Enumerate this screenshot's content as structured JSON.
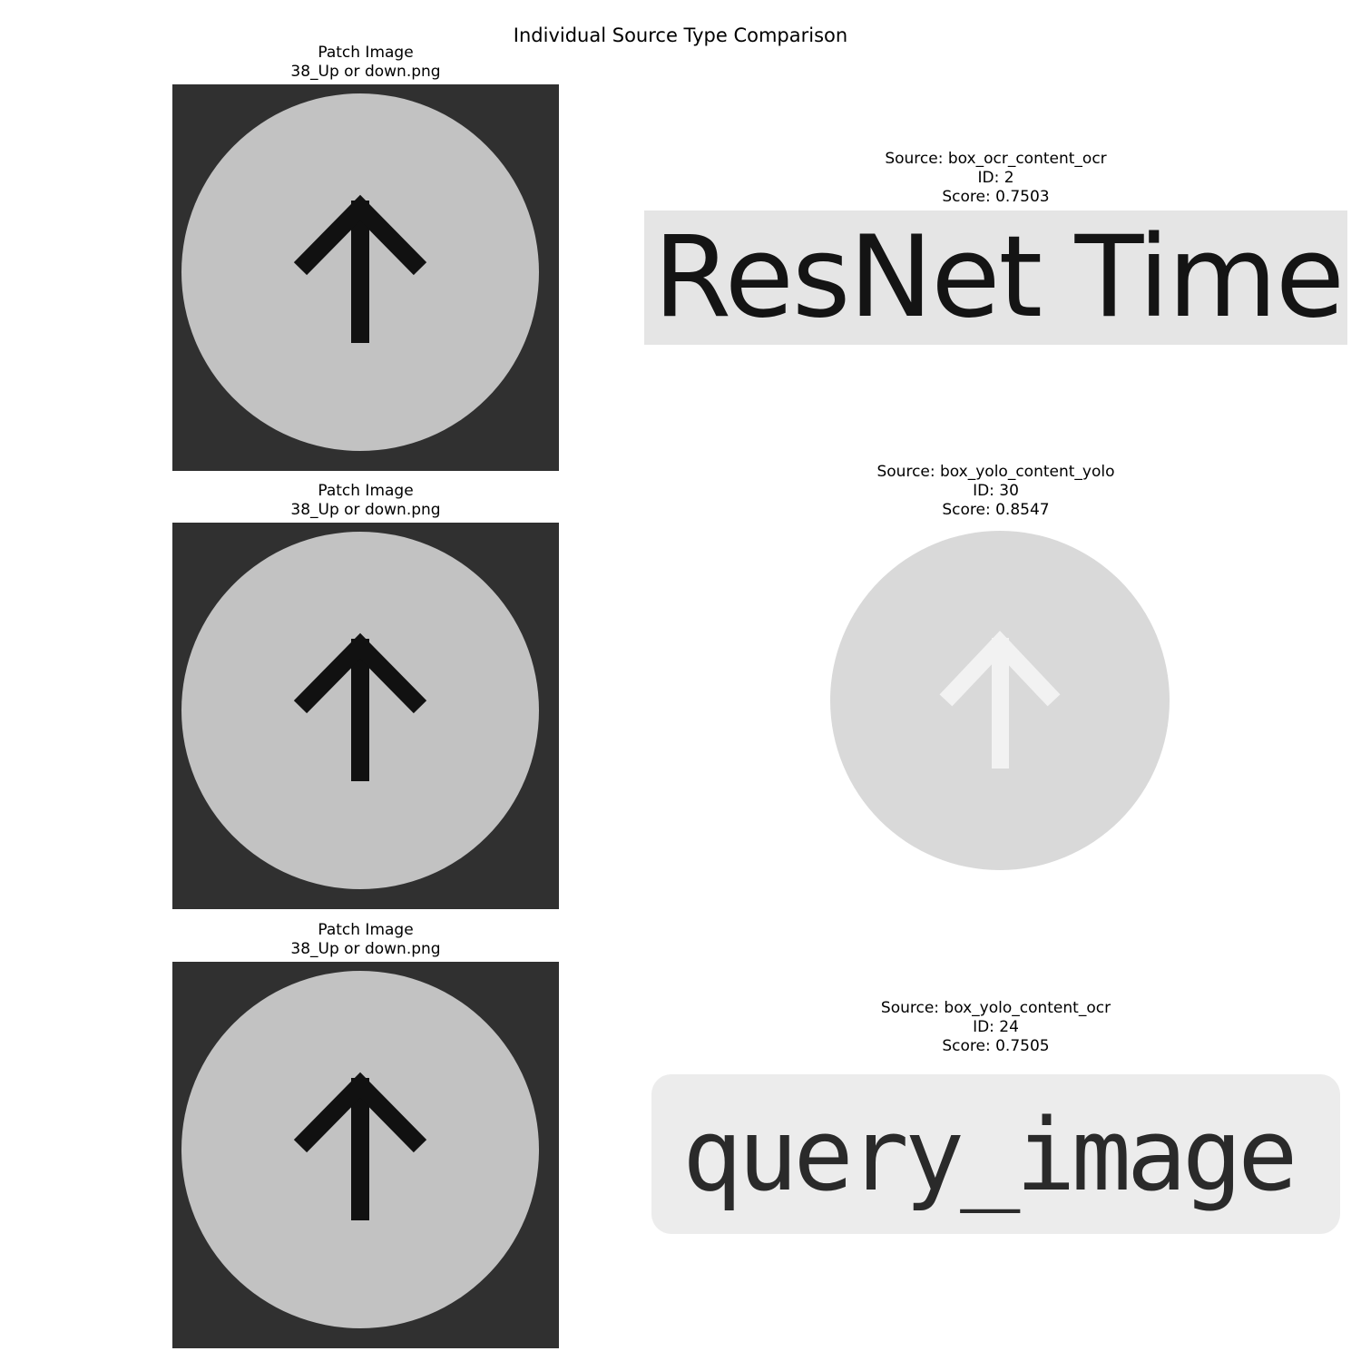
{
  "figure": {
    "title": "Individual Source Type Comparison"
  },
  "colors": {
    "patch_background": "#303030",
    "patch_circle": "#c2c2c2",
    "patch_arrow": "#111111",
    "yolo_circle": "#d9d9d9",
    "yolo_arrow": "#f2f2f2"
  },
  "rows": [
    {
      "patch": {
        "label": "Patch Image",
        "filename": "38_Up or down.png",
        "icon": "arrow-up-circle-icon"
      },
      "match": {
        "source": "Source: box_ocr_content_ocr",
        "id": "ID: 2",
        "score": "Score: 0.7503",
        "content_text": "ResNet Time"
      }
    },
    {
      "patch": {
        "label": "Patch Image",
        "filename": "38_Up or down.png",
        "icon": "arrow-up-circle-icon"
      },
      "match": {
        "source": "Source: box_yolo_content_yolo",
        "id": "ID: 30",
        "score": "Score: 0.8547",
        "icon": "arrow-up-circle-icon"
      }
    },
    {
      "patch": {
        "label": "Patch Image",
        "filename": "38_Up or down.png",
        "icon": "arrow-up-circle-icon"
      },
      "match": {
        "source": "Source: box_yolo_content_ocr",
        "id": "ID: 24",
        "score": "Score: 0.7505",
        "content_text": "query_image"
      }
    }
  ]
}
